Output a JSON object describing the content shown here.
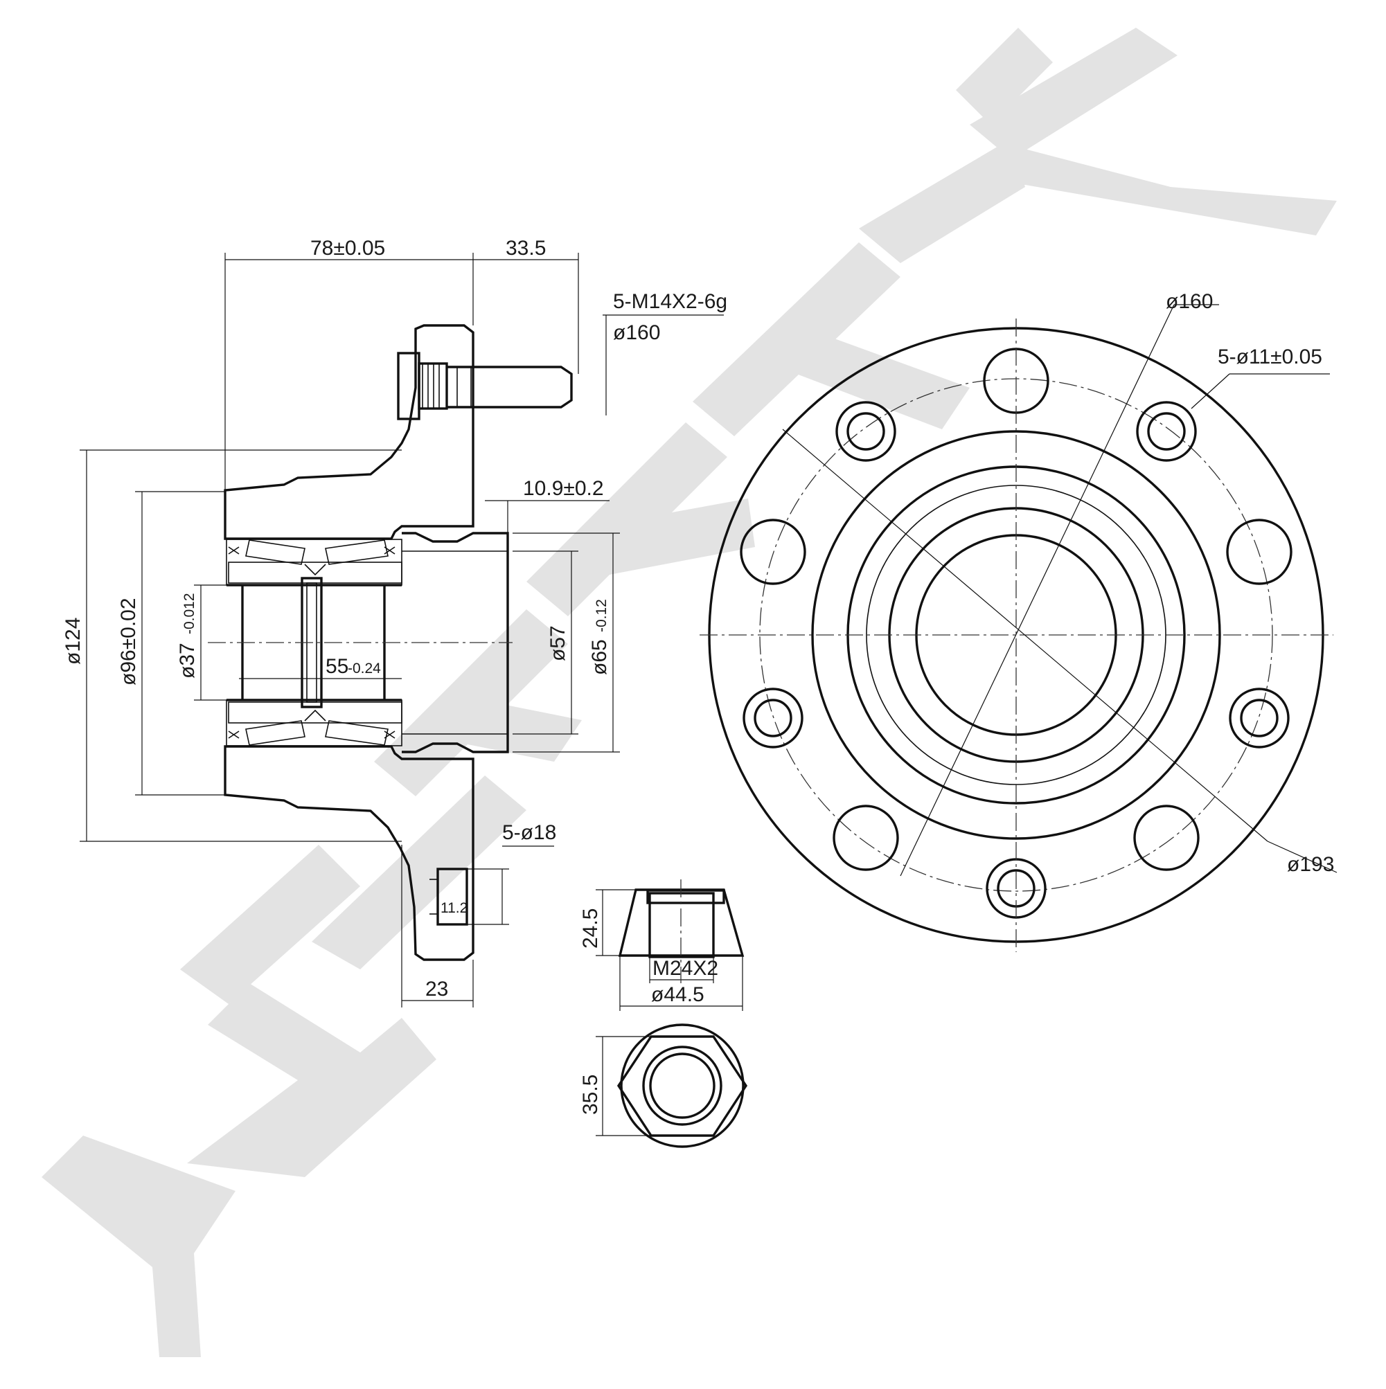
{
  "drawing": {
    "brand_watermark": "ZENTEK",
    "colors": {
      "line": "#111111",
      "watermark": "#e3e3e3",
      "background": "#ffffff"
    }
  },
  "side_view": {
    "dim_flange_offset": "78±0.05",
    "dim_stud_length": "33.5",
    "stud_thread": "5-M14X2-6g",
    "stud_pcd": "ø160",
    "dim_spigot_step": "10.9±0.2",
    "dim_outer_diameter": "ø124",
    "dim_bearing_outer": "ø96±0.02",
    "dim_bore": "ø37",
    "dim_bore_tol": "-0.012",
    "dim_bearing_width": "55",
    "dim_bearing_width_tol": "-0.24",
    "dim_spigot_inner": "ø57",
    "dim_spigot_outer": "ø65",
    "dim_spigot_outer_tol": "-0.12",
    "holes_callout": "5-ø18",
    "dim_hole_depth": "11.2",
    "dim_flange_thickness": "23"
  },
  "front_view": {
    "dim_pcd": "ø160",
    "holes_callout": "5-ø11±0.05",
    "dim_flange_diameter": "ø193"
  },
  "nut_view": {
    "dim_height": "24.5",
    "thread": "M24X2",
    "dim_width": "ø44.5",
    "dim_across_flats": "35.5"
  }
}
